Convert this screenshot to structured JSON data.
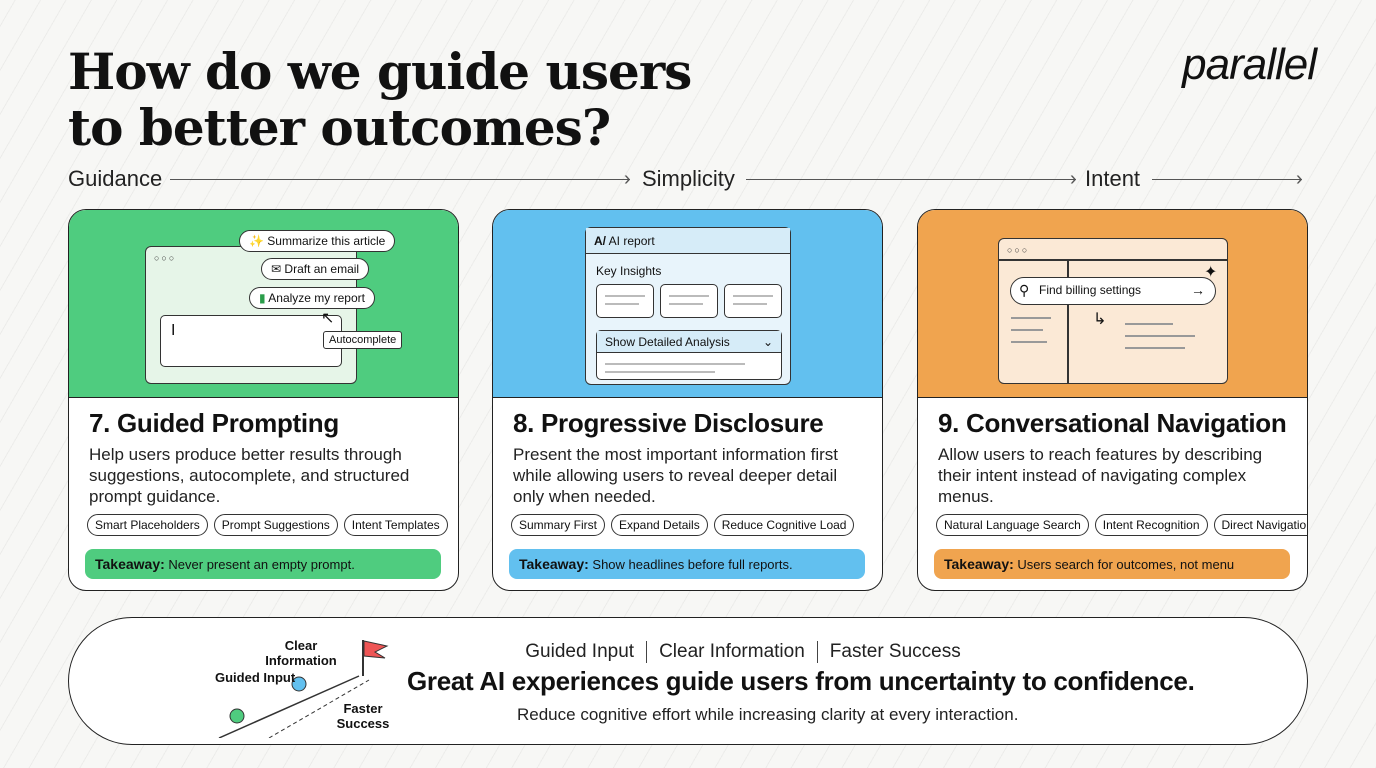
{
  "title": {
    "line1": "How do we guide users",
    "line2": "to better outcomes?"
  },
  "logo": "parallel",
  "flow": {
    "guidance": "Guidance",
    "simplicity": "Simplicity",
    "intent": "Intent"
  },
  "cards": [
    {
      "title": "7. Guided Prompting",
      "desc": "Help users produce better results through suggestions, autocomplete, and structured prompt guidance.",
      "chips": [
        "Smart Placeholders",
        "Prompt Suggestions",
        "Intent Templates"
      ],
      "takeaway_label": "Takeaway:",
      "takeaway": "Never present an empty prompt.",
      "color": "#4fcc7f",
      "mock": {
        "s1": "Summarize this article",
        "s2": "Draft an email",
        "s3": "Analyze my report",
        "autocomplete": "Autocomplete"
      }
    },
    {
      "title": "8. Progressive Disclosure",
      "desc": "Present the most important information first while allowing users to reveal deeper detail only when needed.",
      "chips": [
        "Summary First",
        "Expand Details",
        "Reduce Cognitive Load"
      ],
      "takeaway_label": "Takeaway:",
      "takeaway": "Show headlines before full reports.",
      "color": "#62c0ef",
      "mock": {
        "header": "AI report",
        "insights": "Key Insights",
        "expand": "Show Detailed Analysis"
      }
    },
    {
      "title": "9. Conversational Navigation",
      "desc": "Allow users to reach features by describing their intent instead of navigating complex menus.",
      "chips": [
        "Natural Language Search",
        "Intent Recognition",
        "Direct Navigation"
      ],
      "takeaway_label": "Takeaway:",
      "takeaway": "Users search for outcomes, not menu structures.",
      "color": "#f0a44f",
      "mock": {
        "search": "Find billing settings"
      }
    }
  ],
  "banner": {
    "tags": [
      "Guided Input",
      "Clear Information",
      "Faster Success"
    ],
    "main": "Great AI experiences guide users from uncertainty to confidence.",
    "sub": "Reduce cognitive effort while increasing clarity at every interaction.",
    "labels": {
      "guided": "Guided Input",
      "clear": "Clear Information",
      "faster": "Faster Success"
    }
  },
  "colors": {
    "green": "#4fcc7f",
    "blue": "#62c0ef",
    "orange": "#f0a44f"
  }
}
